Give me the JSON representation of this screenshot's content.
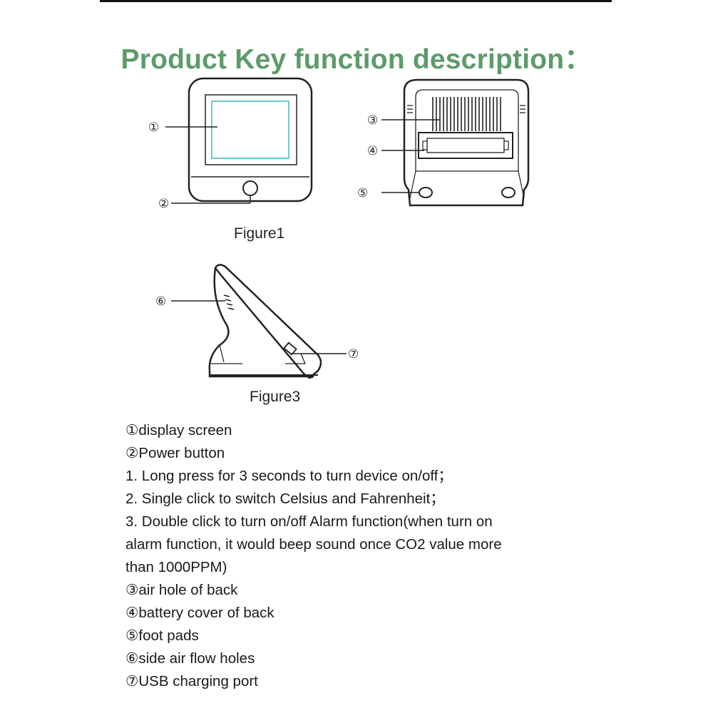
{
  "title": "Product Key function description：",
  "figures": {
    "front": {
      "markers": [
        "①",
        "②"
      ]
    },
    "back": {
      "markers": [
        "③",
        "④",
        "⑤"
      ]
    },
    "side": {
      "markers": [
        "⑥",
        "⑦"
      ]
    },
    "caption_1": "Figure1",
    "caption_3": "Figure3"
  },
  "description": [
    "①display screen",
    "②Power button",
    "1. Long press for 3 seconds  to turn device on/off；",
    "2. Single click to switch Celsius and Fahrenheit；",
    "3. Double click to turn on/off Alarm function(when turn on",
    "alarm function, it would beep sound once CO2 value more",
    "than 1000PPM)",
    "③air hole of back",
    "④battery cover of back",
    "⑤foot pads",
    "⑥side air flow holes",
    "⑦USB charging port"
  ],
  "colors": {
    "title": "#5d9b6a",
    "screen_outline": "#6ec9c9",
    "line": "#222222"
  }
}
